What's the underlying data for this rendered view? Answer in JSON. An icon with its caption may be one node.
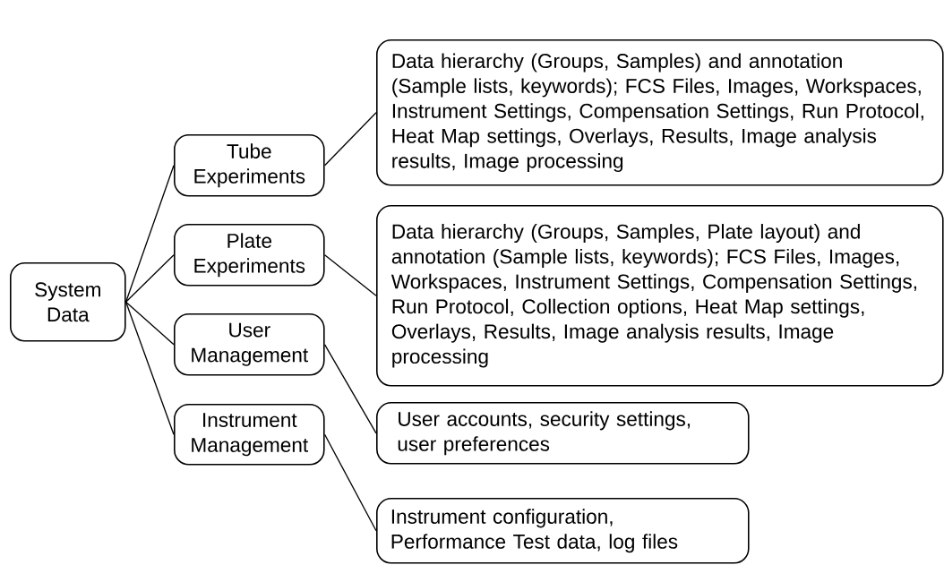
{
  "diagram": {
    "nodes": [
      {
        "text": [
          "System Data"
        ]
      },
      {
        "text": [
          "Tube Experiments"
        ]
      },
      {
        "text": [
          "Plate Experiments"
        ]
      },
      {
        "text": [
          "User Management"
        ]
      },
      {
        "text": [
          "Instrument Management"
        ]
      },
      {
        "text": [
          "Data hierarchy (Groups, Samples) and annotation (Sample lists, keywords); FCS Files, Images, Workspaces, Instrument Settings, Compensation Settings, Run Protocol, Heat Map settings, Overlays, Results, Image analysis results, Image processing"
        ]
      },
      {
        "text": [
          "Data hierarchy (Groups, Samples, Plate layout) and annotation (Sample lists, keywords); FCS Files, Images, Workspaces, Instrument Settings, Compensation Settings, Run Protocol, Collection options, Heat Map settings, Overlays, Results, Image analysis results, Image processing"
        ]
      },
      {
        "text": [
          "User accounts, security settings, user preferences"
        ]
      },
      {
        "text": [
          "Instrument configuration, Performance Test data, log files"
        ]
      }
    ],
    "edges": [
      {
        "from": 0,
        "to": 1,
        "arrow": "none"
      },
      {
        "from": 0,
        "to": 2,
        "arrow": "none"
      },
      {
        "from": 0,
        "to": 3,
        "arrow": "none"
      },
      {
        "from": 0,
        "to": 4,
        "arrow": "none"
      },
      {
        "from": 1,
        "to": 5,
        "arrow": "none"
      },
      {
        "from": 2,
        "to": 6,
        "arrow": "none"
      },
      {
        "from": 3,
        "to": 7,
        "arrow": "none"
      },
      {
        "from": 4,
        "to": 8,
        "arrow": "none"
      }
    ]
  }
}
